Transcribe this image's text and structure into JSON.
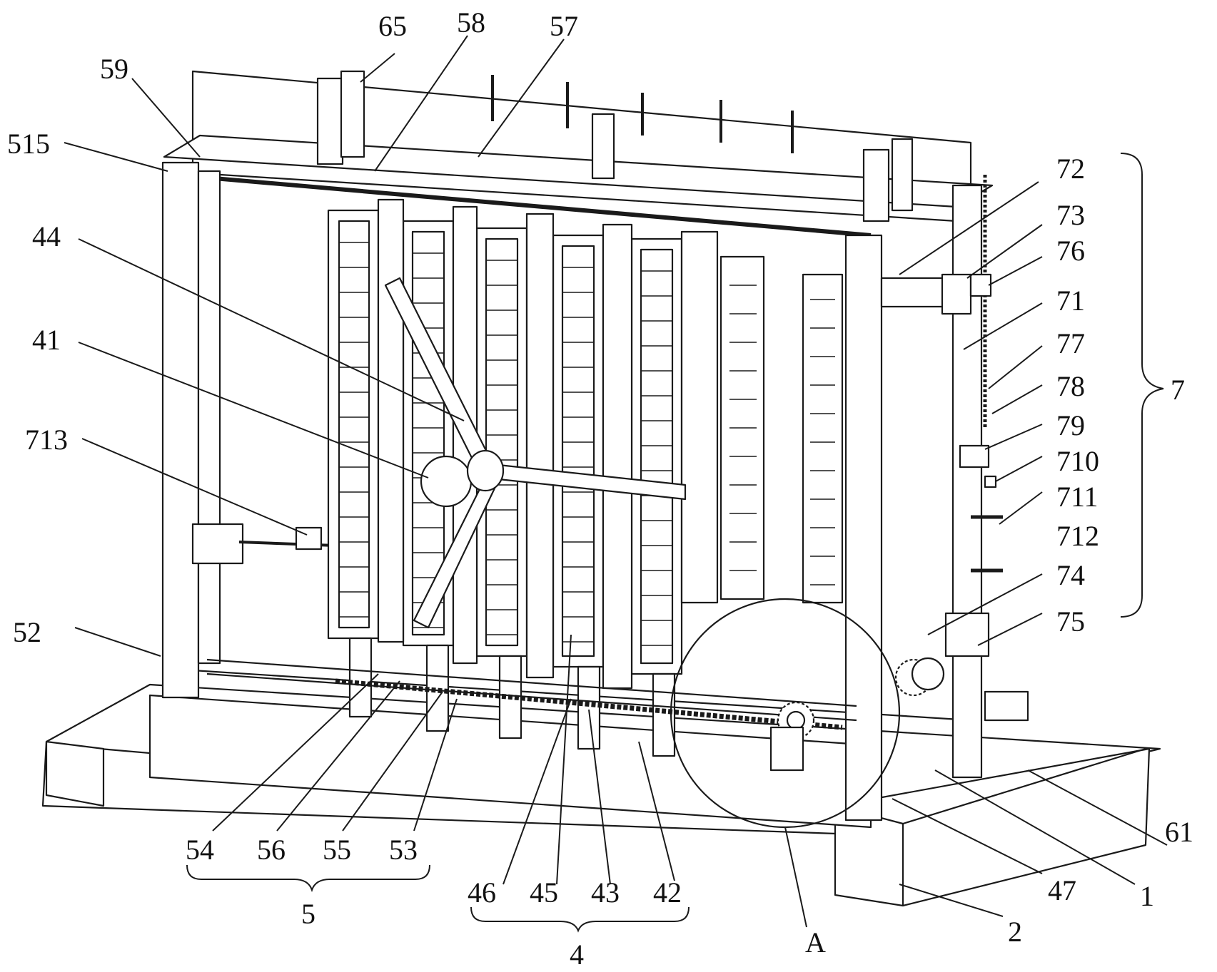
{
  "figure": {
    "labels": {
      "l65": "65",
      "l58": "58",
      "l57": "57",
      "l59": "59",
      "l515": "515",
      "l44": "44",
      "l41": "41",
      "l713": "713",
      "l52": "52",
      "l72": "72",
      "l73": "73",
      "l76": "76",
      "l71": "71",
      "l77": "77",
      "l78": "78",
      "l79": "79",
      "l710": "710",
      "l711": "711",
      "l712": "712",
      "l74": "74",
      "l75": "75",
      "l7": "7",
      "l54": "54",
      "l56": "56",
      "l55": "55",
      "l53": "53",
      "l5": "5",
      "l46": "46",
      "l45": "45",
      "l43": "43",
      "l42": "42",
      "l4": "4",
      "lA": "A",
      "l47": "47",
      "l1": "1",
      "l2": "2",
      "l61": "61"
    }
  },
  "colors": {
    "line": "#1a1a1a",
    "background": "#ffffff"
  }
}
